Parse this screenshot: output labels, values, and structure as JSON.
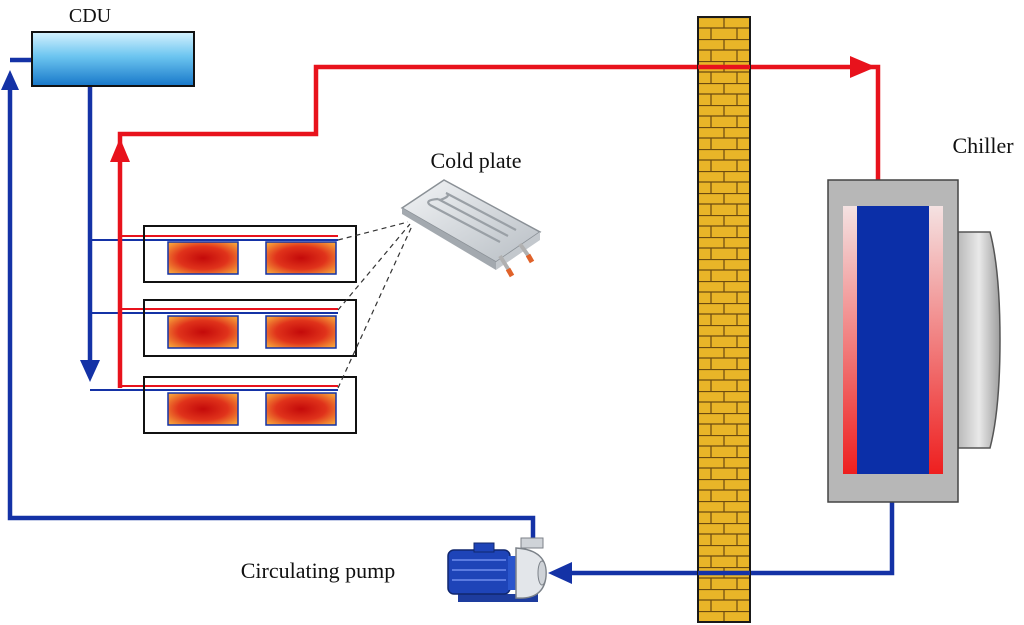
{
  "labels": {
    "cdu": "CDU",
    "cold_plate": "Cold plate",
    "chiller": "Chiller",
    "pump": "Circulating pump"
  },
  "colors": {
    "hot_line": "#e8121c",
    "cold_line": "#1432a6",
    "wall_fill": "#e9b528",
    "wall_mortar": "#6b4a10",
    "tank_top": "#bfe8fb",
    "tank_bottom": "#1d8fd8",
    "chiller_body": "#b7b7b7",
    "chiller_core": "#0b2fa8",
    "heat_source": "#d21a14"
  }
}
